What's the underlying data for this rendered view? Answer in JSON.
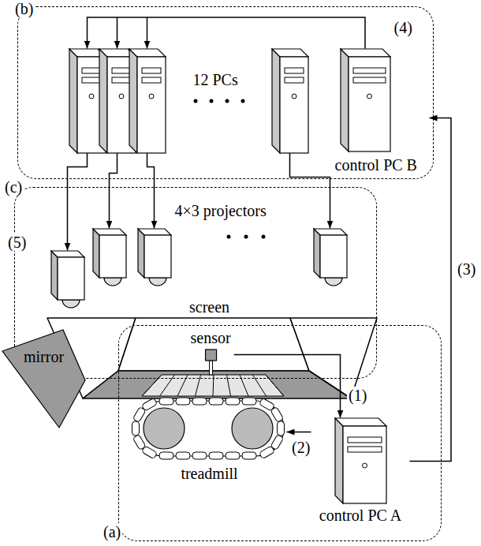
{
  "diagram": {
    "nodes": [
      {
        "text": [
          "(b)"
        ]
      },
      {
        "text": [
          "12 PCs"
        ],
        "in": 0
      },
      {
        "text": [
          "(4)",
          "control PC B"
        ],
        "in": 0
      },
      {
        "text": [
          "(c)"
        ]
      },
      {
        "text": [
          "4×3 projectors"
        ],
        "in": 3
      },
      {
        "text": [
          "(a)"
        ]
      },
      {
        "text": [
          "sensor"
        ],
        "in": 5
      },
      {
        "text": [
          "treadmill"
        ],
        "in": 5
      },
      {
        "text": [
          "control PC A"
        ],
        "in": 5
      },
      {
        "text": [
          "mirror"
        ]
      }
    ],
    "edges": [
      {
        "from": 2,
        "to": 1,
        "arrow": "to"
      },
      {
        "from": 1,
        "to": 4,
        "arrow": "to"
      },
      {
        "from": 6,
        "to": 8,
        "arrow": "to",
        "label": "(1)"
      },
      {
        "from": 8,
        "to": 7,
        "arrow": "to",
        "label": "(2)"
      },
      {
        "from": 8,
        "to": 2,
        "arrow": "to",
        "label": "(3)"
      }
    ],
    "labels": [
      "screen",
      "(5)"
    ]
  }
}
